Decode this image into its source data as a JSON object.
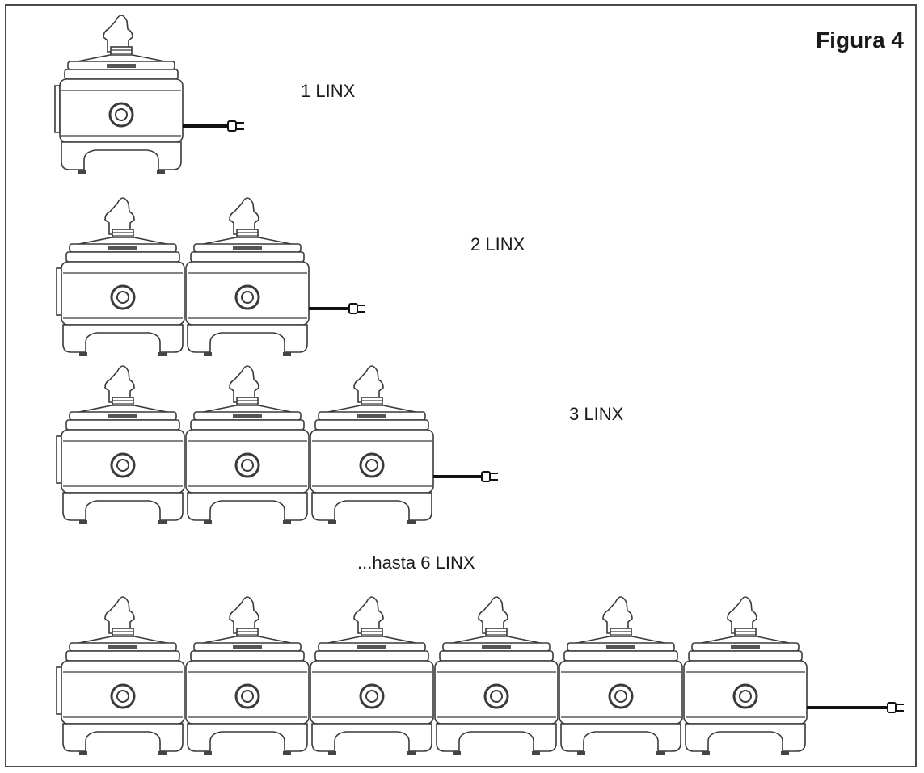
{
  "figure_title": "Figura 4",
  "labels": {
    "row1": "1 LINX",
    "row2": "2 LINX",
    "row3": "3 LINX",
    "row6": "...hasta 6 LINX"
  },
  "colors": {
    "line": "#3a3a3a",
    "fill": "#ffffff",
    "cord": "#111111"
  }
}
